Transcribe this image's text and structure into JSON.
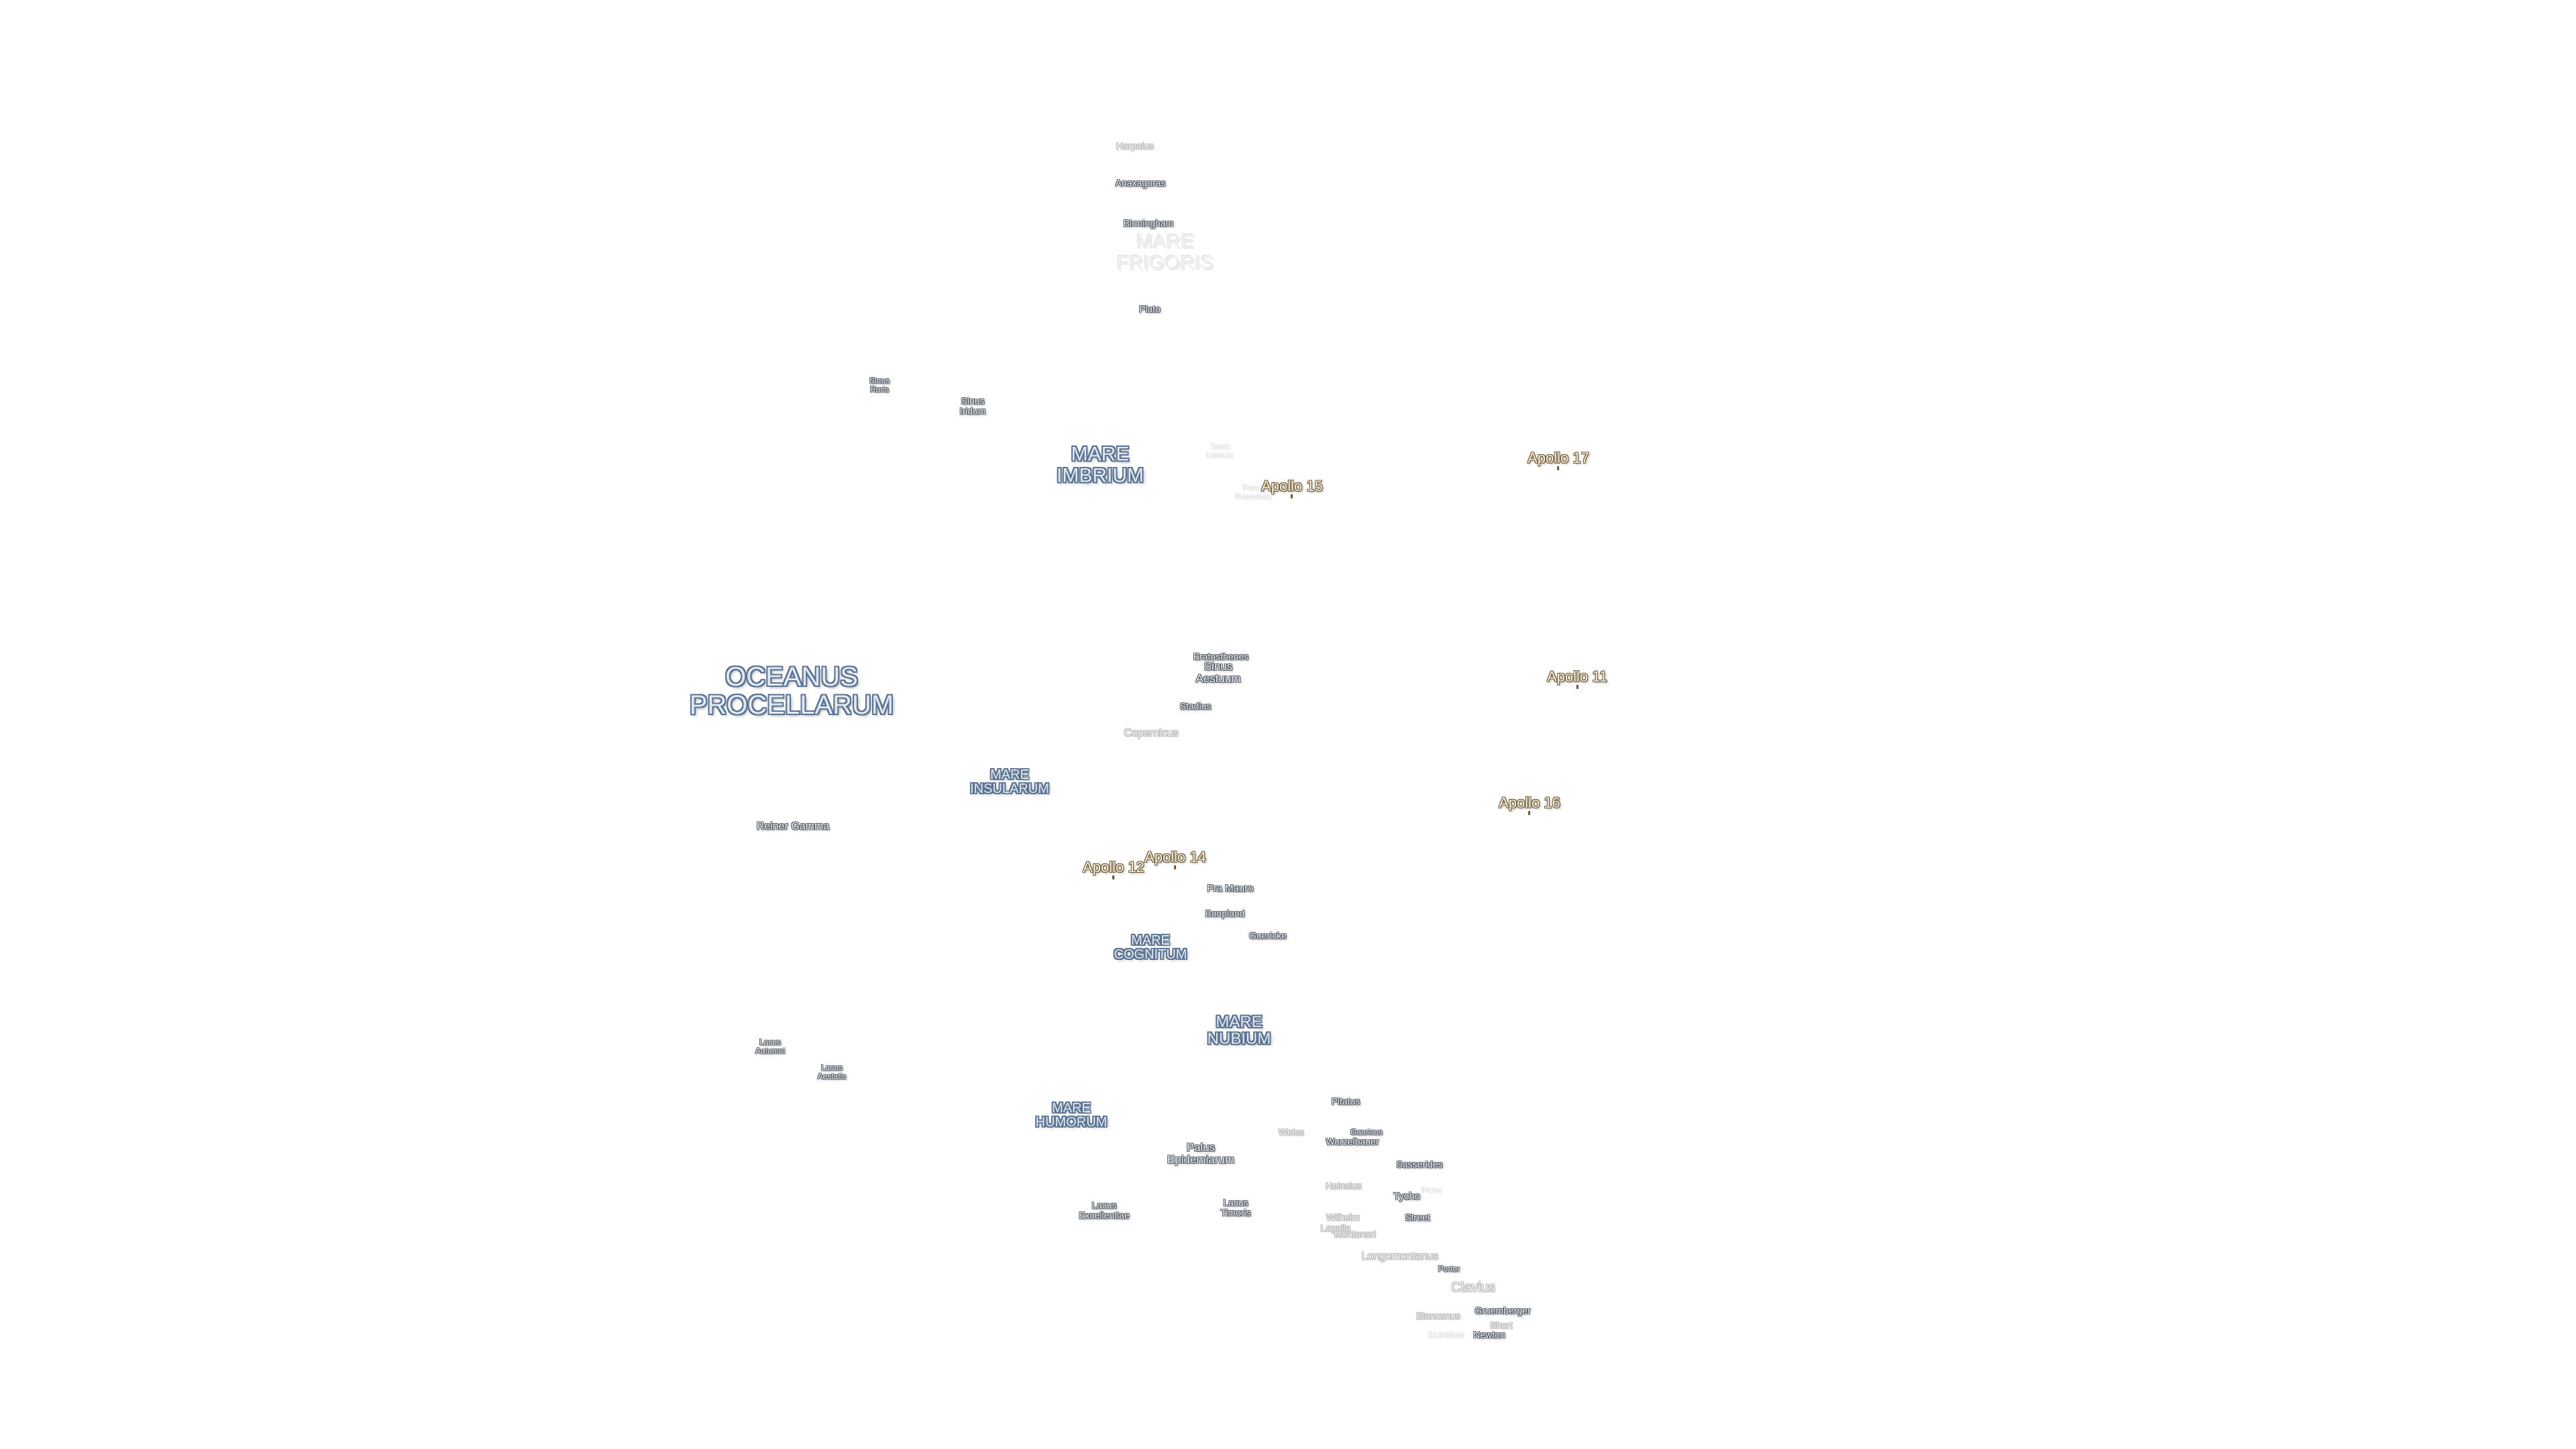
{
  "map": {
    "maria": {
      "oceanus_procellarum": "OCEANUS\nPROCELLARUM",
      "mare_imbrium": "MARE\nIMBRIUM",
      "mare_frigoris": "MARE\nFRIGORIS",
      "mare_insularum": "MARE\nINSULARUM",
      "mare_cognitum": "MARE\nCOGNITUM",
      "mare_nubium": "MARE\nNUBIUM",
      "mare_humorum": "MARE\nHUMORUM"
    },
    "sinus_lacus": {
      "sinus_roris": "Sinus\nRoris",
      "sinus_iridum": "Sinus\nIridum",
      "sinus_lunicus": "Sinus\nLunicus",
      "sinus_aestuum": "Sinus\nAestuum",
      "palus_putredinis": "Palus\nPutredinis",
      "palus_epidemiarum": "Palus\nEpidemiarum",
      "lacus_autumni": "Lacus\nAutumni",
      "lacus_aestatis": "Lacus\nAestatis",
      "lacus_excellentiae": "Lacus\nExcellentiae",
      "lacus_timoris": "Lacus\nTimoris"
    },
    "craters": {
      "harpalus": "Harpalus",
      "anaxagoras": "Anaxagoras",
      "birmingham": "Birmingham",
      "plato": "Plato",
      "eratosthenes": "Eratosthenes",
      "stadius": "Stadius",
      "copernicus": "Copernicus",
      "reiner_gamma": "Reiner Gamma",
      "fra_mauro": "Fra Mauro",
      "bonpland": "Bonpland",
      "guericke": "Guericke",
      "pitatus": "Pitatus",
      "weiss": "Weiss",
      "gauricus": "Gauricus",
      "wurzelbauer": "Wurzelbauer",
      "sasserides": "Sasserides",
      "heinsius": "Heinsius",
      "tycho": "Tycho",
      "pictet": "Pictet",
      "wilhelm": "Wilhelm",
      "lagalla": "Lagalla",
      "montanari": "Montanari",
      "street": "Street",
      "longomontanus": "Longomontanus",
      "porter": "Porter",
      "clavius": "Clavius",
      "gruemberger": "Gruemberger",
      "blancanus": "Blancanus",
      "short": "Short",
      "scheiner": "Scheiner",
      "newton": "Newton"
    },
    "landing_sites": {
      "apollo_11": "Apollo 11",
      "apollo_12": "Apollo 12",
      "apollo_14": "Apollo 14",
      "apollo_15": "Apollo 15",
      "apollo_16": "Apollo 16",
      "apollo_17": "Apollo 17"
    }
  },
  "colors": {
    "background": "#ffffff",
    "mare_label_fill": "#dfe8f3",
    "mare_label_outline": "#5b7390",
    "feature_label_outline": "#4d5560",
    "apollo_label_fill": "#fbf3dd",
    "apollo_label_outline": "#6b5532"
  }
}
